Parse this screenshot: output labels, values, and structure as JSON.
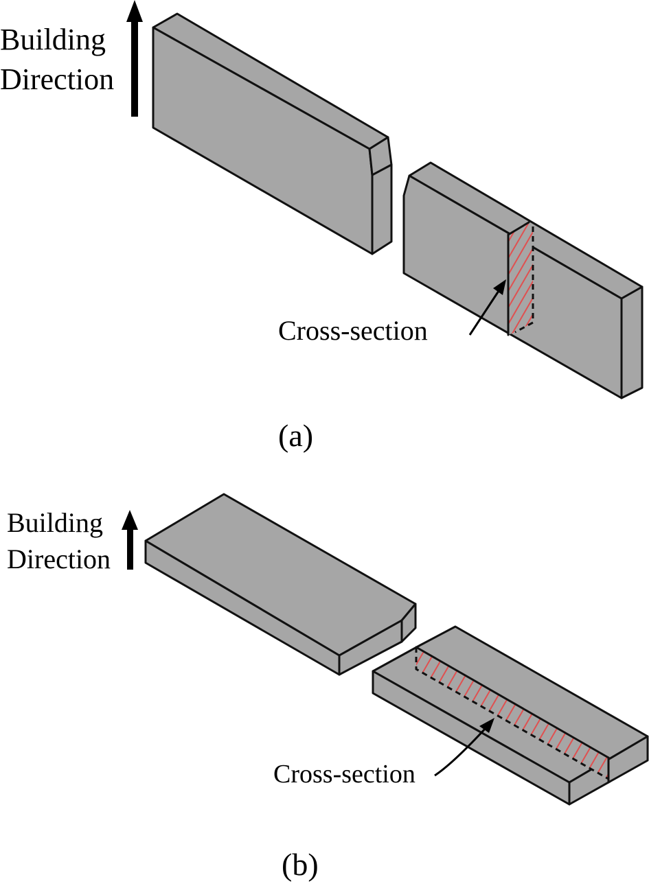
{
  "figure": {
    "panel_a": {
      "caption": "(a)",
      "direction_label_line1": "Building",
      "direction_label_line2": "Direction",
      "annotation": "Cross-section",
      "orientation": "vertical"
    },
    "panel_b": {
      "caption": "(b)",
      "direction_label_line1": "Building",
      "direction_label_line2": "Direction",
      "annotation": "Cross-section",
      "orientation": "horizontal"
    },
    "colors": {
      "specimen_gray": "#a6a6a6",
      "outline": "#111111",
      "hatch_red": "#e05050",
      "background": "#ffffff"
    }
  }
}
